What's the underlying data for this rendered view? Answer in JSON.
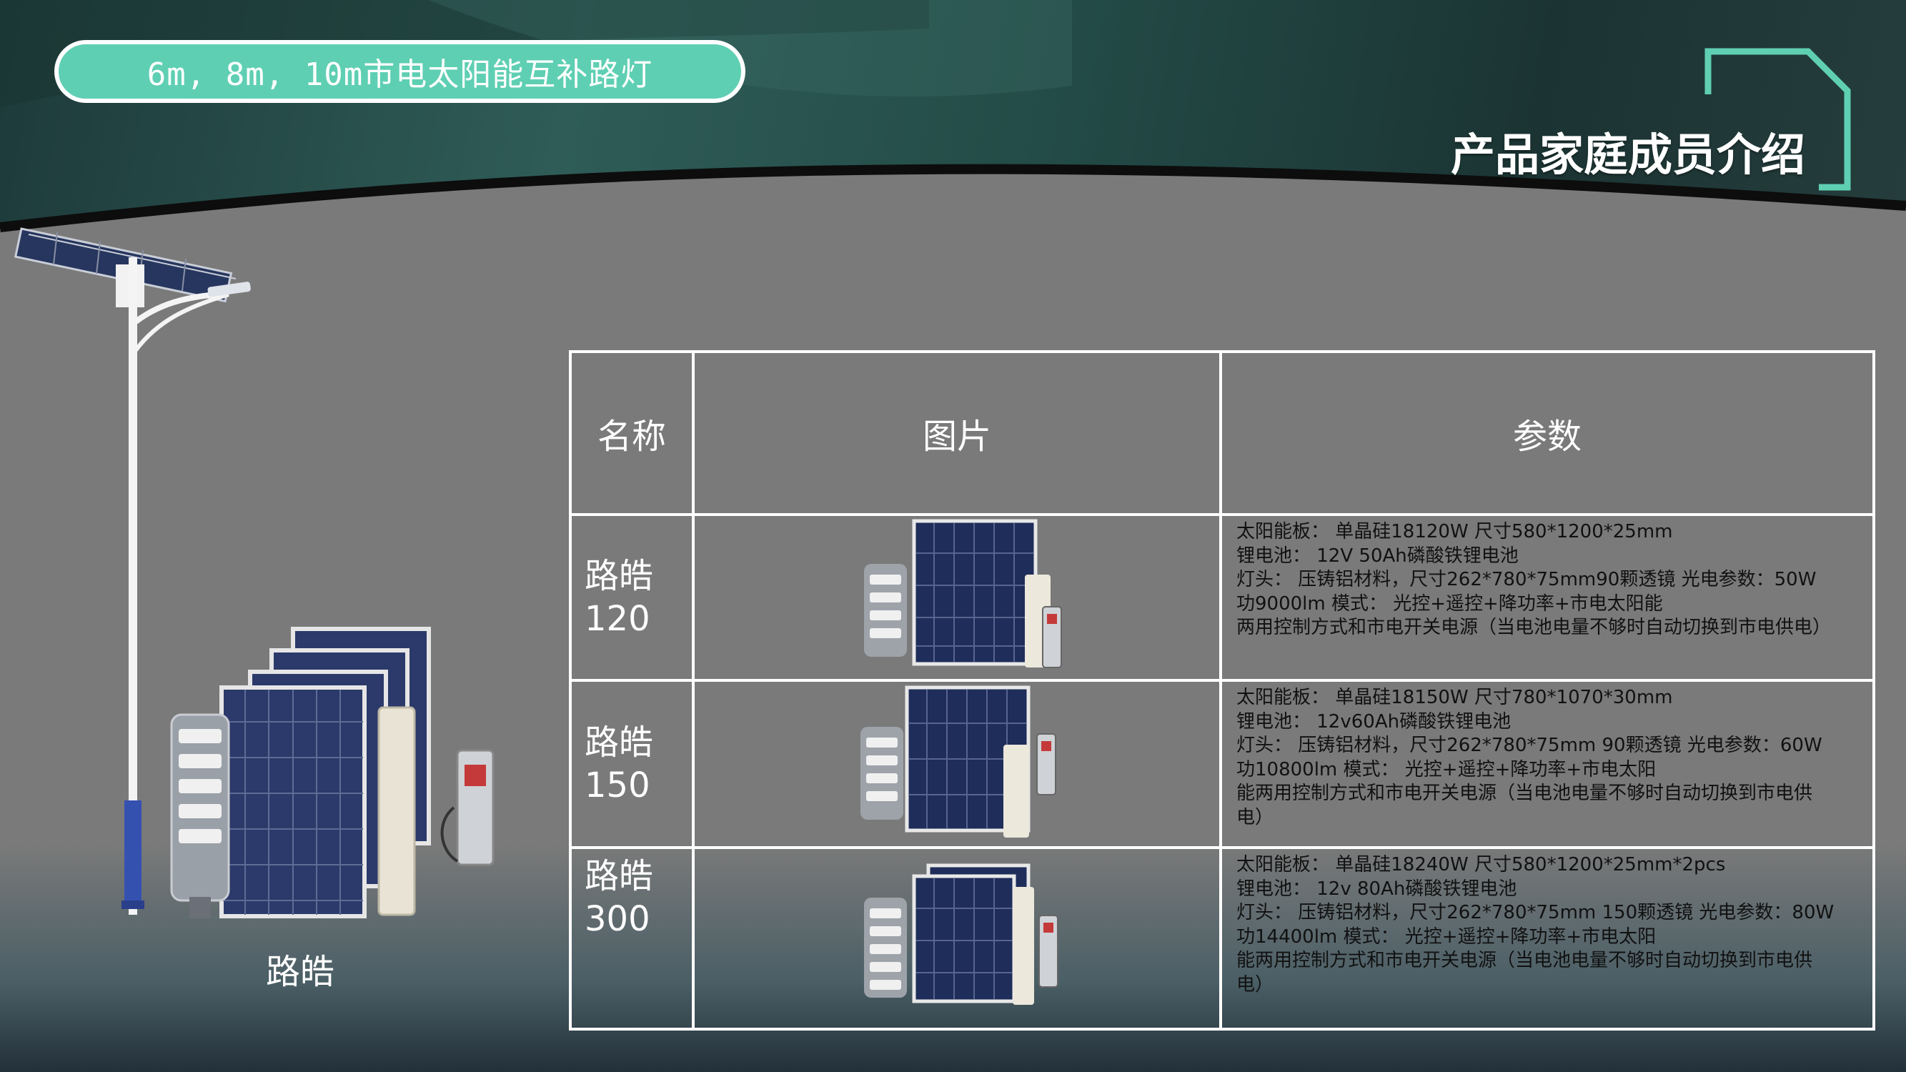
{
  "header": {
    "pill_title": "6m, 8m, 10m市电太阳能互补路灯",
    "section_title": "产品家庭成员介绍"
  },
  "family": {
    "label": "路皓"
  },
  "table": {
    "columns": [
      "名称",
      "图片",
      "参数"
    ],
    "rows": [
      {
        "name_line1": "路皓",
        "name_line2": "120",
        "params": [
          "太阳能板：  单晶硅18120W 尺寸580*1200*25mm",
          "锂电池：      12V 50Ah磷酸铁锂电池",
          "灯头：     压铸铝材料，尺寸262*780*75mm90颗透镜  光电参数：50W",
          "功9000lm                            模式：           光控+遥控+降功率+市电太阳能",
          "两用控制方式和市电开关电源（当电池电量不够时自动切换到市电供电）"
        ]
      },
      {
        "name_line1": "路皓",
        "name_line2": "150",
        "params": [
          "太阳能板：  单晶硅18150W 尺寸780*1070*30mm",
          "锂电池：      12v60Ah磷酸铁锂电池",
          "灯头：     压铸铝材料，尺寸262*780*75mm 90颗透镜  光电参数：60W",
          "功10800lm                           模式：           光控+遥控+降功率+市电太阳",
          "能两用控制方式和市电开关电源（当电池电量不够时自动切换到市电供",
          "电）"
        ]
      },
      {
        "name_line1": "路皓",
        "name_line2": "300",
        "params": [
          "太阳能板：  单晶硅18240W 尺寸580*1200*25mm*2pcs",
          "锂电池：      12v 80Ah磷酸铁锂电池",
          "灯头：     压铸铝材料，尺寸262*780*75mm 150颗透镜  光电参数：80W",
          "功14400lm                           模式：           光控+遥控+降功率+市电太阳",
          "能两用控制方式和市电开关电源（当电池电量不够时自动切换到市电供",
          "电）"
        ]
      }
    ]
  },
  "colors": {
    "accent": "#5fcfb3",
    "bracket": "#5fcfb3",
    "background": "#7a7a7a"
  }
}
